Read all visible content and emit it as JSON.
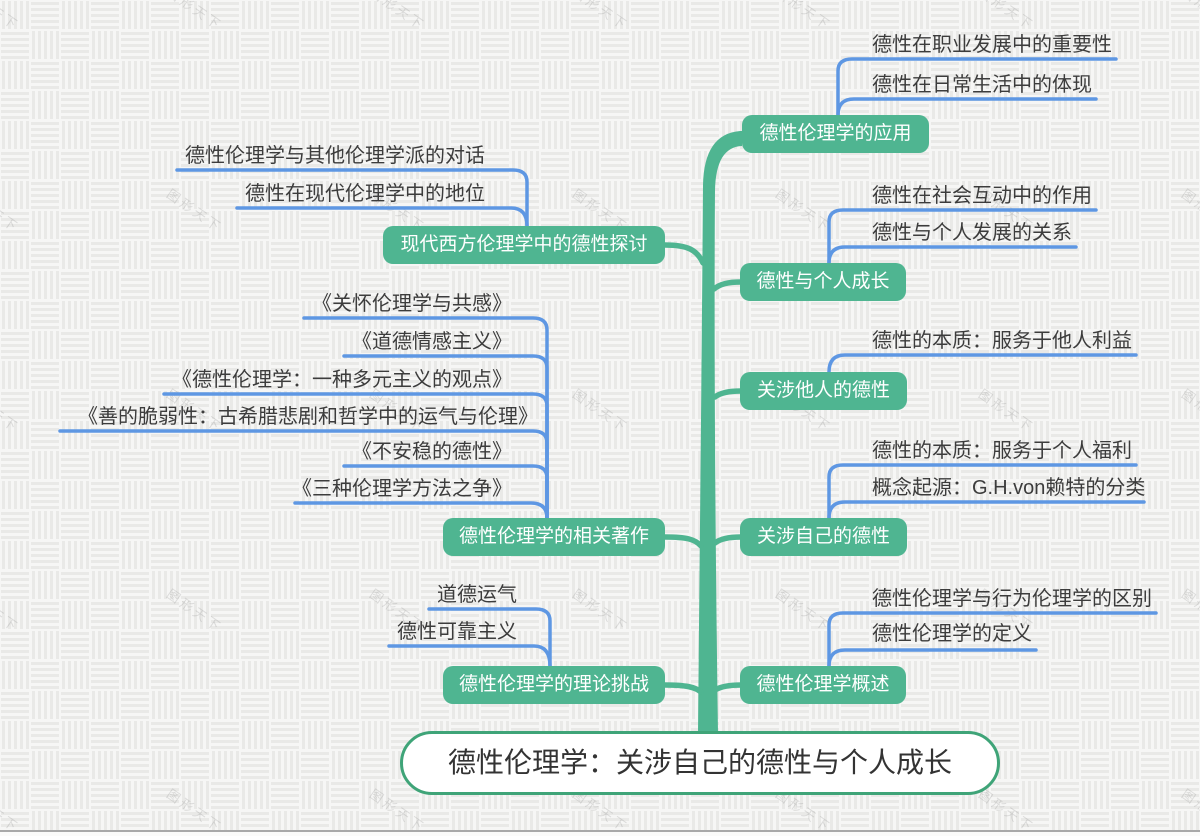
{
  "watermark": {
    "text": "图形天下"
  },
  "root": {
    "label": "德性伦理学：关涉自己的德性与个人成长"
  },
  "right_branches": [
    {
      "label": "德性伦理学的应用",
      "children": [
        "德性在职业发展中的重要性",
        "德性在日常生活中的体现"
      ]
    },
    {
      "label": "德性与个人成长",
      "children": [
        "德性在社会互动中的作用",
        "德性与个人发展的关系"
      ]
    },
    {
      "label": "关涉他人的德性",
      "children": [
        "德性的本质：服务于他人利益"
      ]
    },
    {
      "label": "关涉自己的德性",
      "children": [
        "德性的本质：服务于个人福利",
        "概念起源：G.H.von赖特的分类"
      ]
    },
    {
      "label": "德性伦理学概述",
      "children": [
        "德性伦理学与行为伦理学的区别",
        "德性伦理学的定义"
      ]
    }
  ],
  "left_branches": [
    {
      "label": "现代西方伦理学中的德性探讨",
      "children": [
        "德性伦理学与其他伦理学派的对话",
        "德性在现代伦理学中的地位"
      ]
    },
    {
      "label": "德性伦理学的相关著作",
      "children": [
        "《关怀伦理学与共感》",
        "《道德情感主义》",
        "《德性伦理学：一种多元主义的观点》",
        "《善的脆弱性：古希腊悲剧和哲学中的运气与伦理》",
        "《不安稳的德性》",
        "《三种伦理学方法之争》"
      ]
    },
    {
      "label": "德性伦理学的理论挑战",
      "children": [
        "道德运气",
        "德性可靠主义"
      ]
    }
  ],
  "colors": {
    "node_green": "#4FB591",
    "trunk_green": "#4FB591",
    "branch_blue": "#5E97E3",
    "root_border_green": "#3FA478",
    "leaf_text": "#3C3C3C"
  }
}
